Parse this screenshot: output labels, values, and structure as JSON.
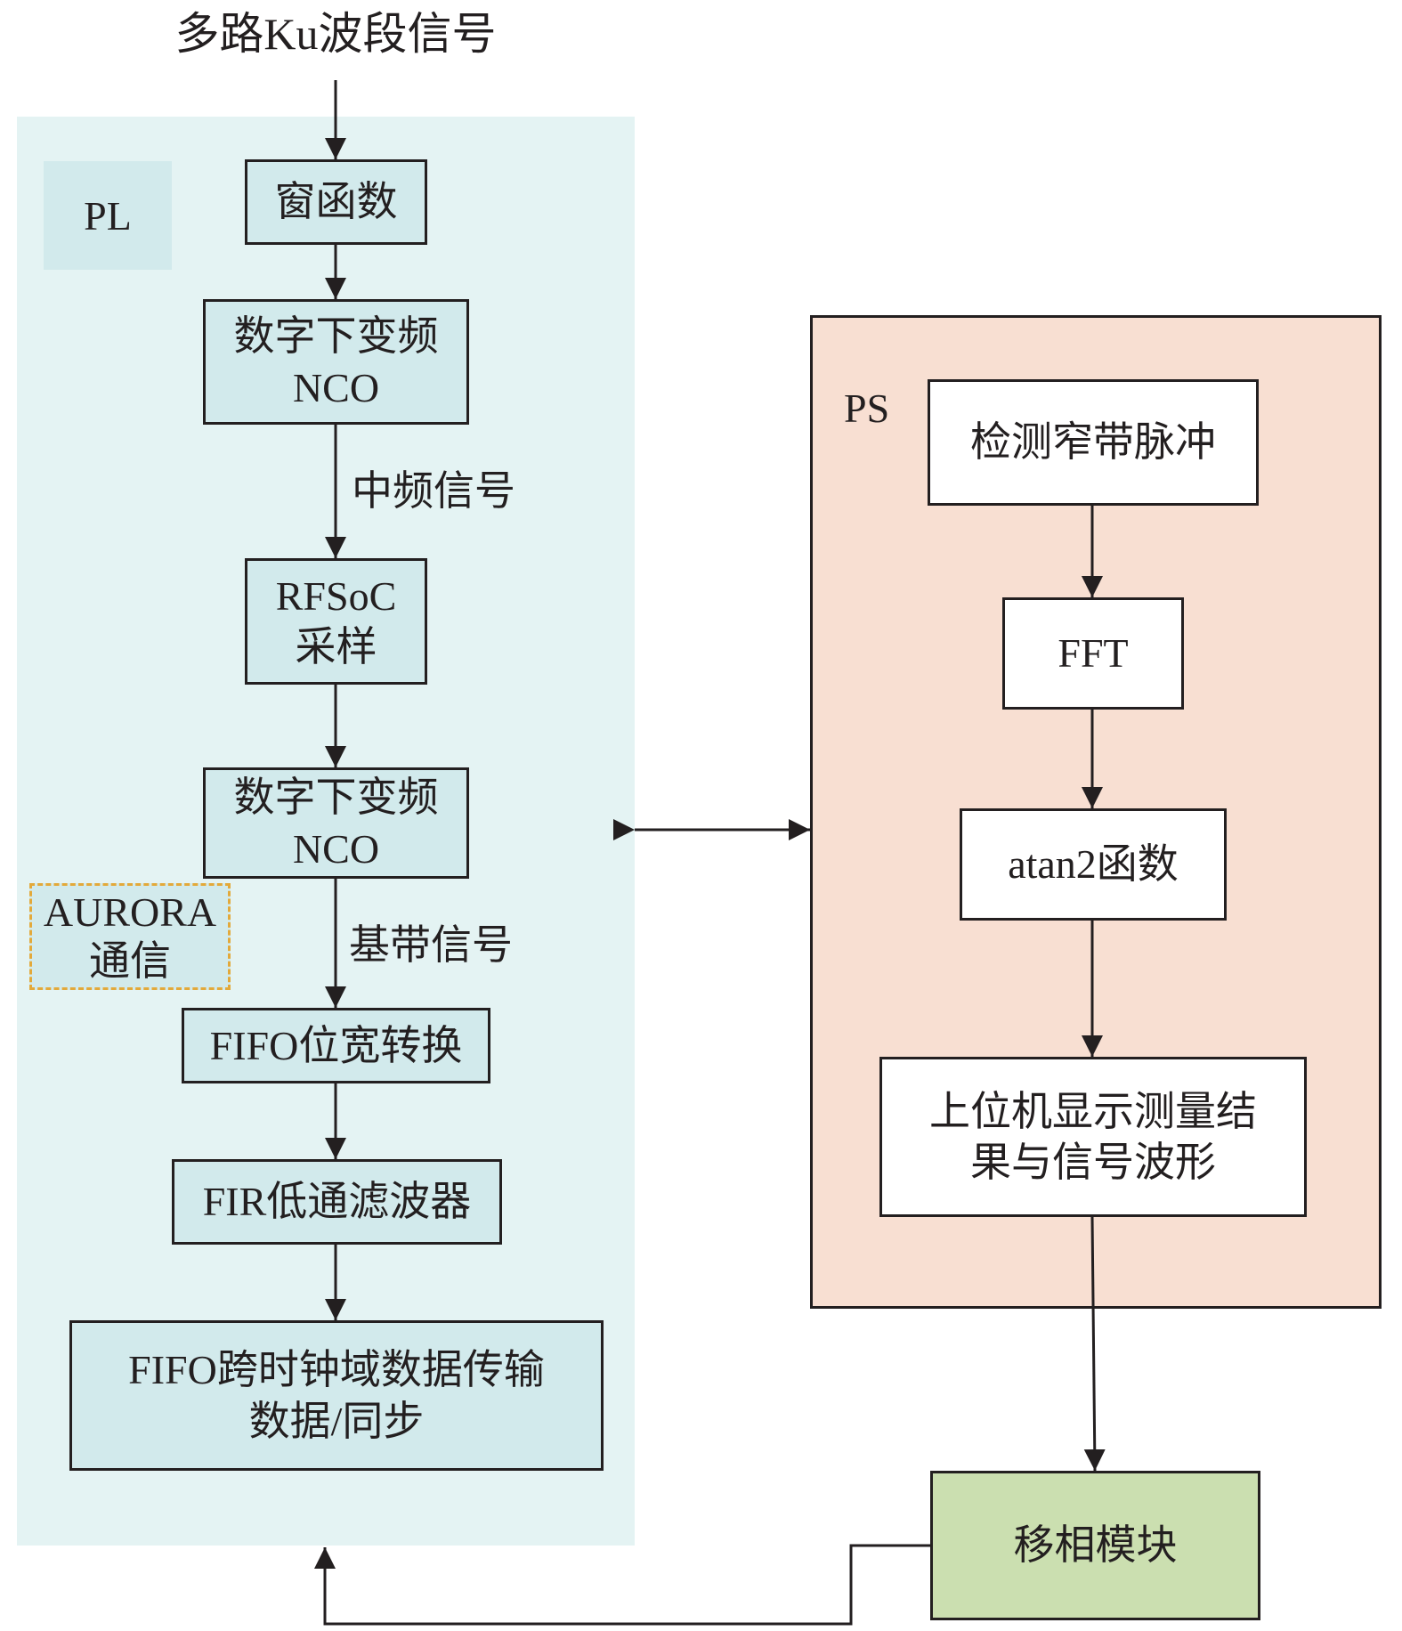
{
  "title": "多路Ku波段信号",
  "pl": {
    "label": "PL",
    "blocks": {
      "window": {
        "line1": "窗函数"
      },
      "ddc1": {
        "line1": "数字下变频",
        "line2": "NCO"
      },
      "rfsoc": {
        "line1": "RFSoC",
        "line2": "采样"
      },
      "ddc2": {
        "line1": "数字下变频",
        "line2": "NCO"
      },
      "aurora": {
        "line1": "AURORA",
        "line2": "通信"
      },
      "fifo_width": {
        "line1": "FIFO位宽转换"
      },
      "fir": {
        "line1": "FIR低通滤波器"
      },
      "fifo_cdc": {
        "line1": "FIFO跨时钟域数据传输",
        "line2": "数据/同步"
      }
    },
    "edge_labels": {
      "if_signal": "中频信号",
      "baseband_signal": "基带信号"
    }
  },
  "ps": {
    "label": "PS",
    "blocks": {
      "detect": {
        "line1": "检测窄带脉冲"
      },
      "fft": {
        "line1": "FFT"
      },
      "atan2": {
        "line1": "atan2函数"
      },
      "host": {
        "line1": "上位机显示测量结",
        "line2": "果与信号波形"
      }
    }
  },
  "phase_shift": {
    "line1": "移相模块"
  },
  "colors": {
    "pl_region": "#e4f3f3",
    "pl_block": "#d2eaec",
    "ps_region": "#f8dfd2",
    "ps_block": "#ffffff",
    "phase_block": "#cbdfb0",
    "aurora_border": "#e3a93a",
    "stroke": "#231f20"
  }
}
